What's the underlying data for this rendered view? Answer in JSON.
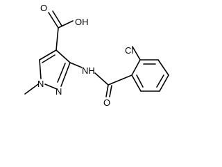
{
  "molecule": {
    "atoms": {
      "oh": "OH",
      "o_acid": "O",
      "nh": "NH",
      "cl": "Cl",
      "n1": "N",
      "n2": "N",
      "o_amide": "O"
    }
  }
}
